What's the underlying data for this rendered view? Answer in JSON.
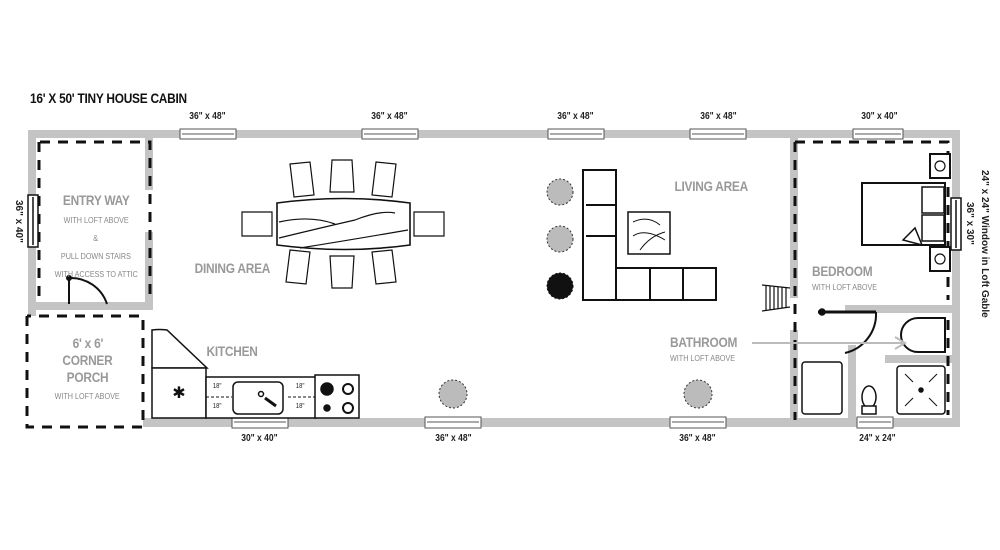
{
  "title": "16' X 50' TINY HOUSE CABIN",
  "rooms": {
    "entry": {
      "name": "ENTRY WAY",
      "line1": "WITH LOFT ABOVE",
      "line2": "&",
      "line3": "PULL DOWN STAIRS",
      "line4": "WITH ACCESS TO ATTIC"
    },
    "porch": {
      "size": "6' x 6'",
      "name1": "CORNER",
      "name2": "PORCH",
      "note": "WITH LOFT ABOVE"
    },
    "dining": {
      "name": "DINING AREA"
    },
    "kitchen": {
      "name": "KITCHEN"
    },
    "living": {
      "name": "LIVING AREA"
    },
    "bedroom": {
      "name": "BEDROOM",
      "note": "WITH LOFT ABOVE"
    },
    "bathroom": {
      "name": "BATHROOM",
      "note": "WITH LOFT ABOVE"
    }
  },
  "windows": {
    "top": [
      "36\" x 48\"",
      "36\" x 48\"",
      "36\" x 48\"",
      "36\" x 48\"",
      "30\" x 40\""
    ],
    "bottom": [
      "30\" x 40\"",
      "36\" x 48\"",
      "36\" x 48\"",
      "24\" x 24\""
    ],
    "left": "36\" x 40\"",
    "right": "36\" x 30\"",
    "gable": "24\" x 24\" Window in Loft Gable"
  },
  "cabinets": [
    "18\"",
    "18\"",
    "18\"",
    "18\""
  ],
  "colors": {
    "wall": "#c4c4c4",
    "line": "#111111",
    "label": "#999999"
  }
}
